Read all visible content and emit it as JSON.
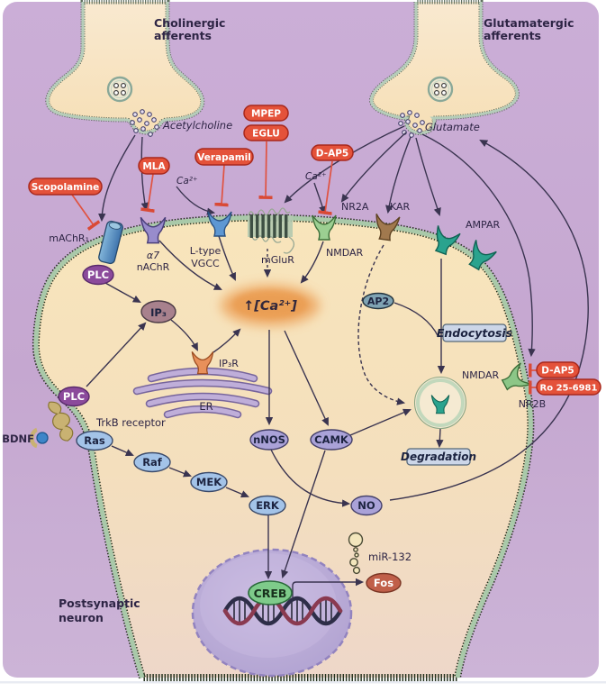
{
  "figure": {
    "afferents": {
      "cholinergic": {
        "title_line1": "Cholinergic",
        "title_line2": "afferents",
        "transmitter": "Acetylcholine"
      },
      "glutamatergic": {
        "title_line1": "Glutamatergic",
        "title_line2": "afferents",
        "transmitter": "Glutamate"
      }
    },
    "drugs": {
      "scopolamine": "Scopolamine",
      "mla": "MLA",
      "verapamil": "Verapamil",
      "mpep": "MPEP",
      "eglu": "EGLU",
      "dap5_presyn": "D-AP5",
      "dap5_nr2b": "D-AP5",
      "ro25": "Ro 25-6981"
    },
    "receptors": {
      "machr": "mAChR₁",
      "nachr_alpha": "α7",
      "nachr": "nAChR",
      "vgcc_line1": "L-type",
      "vgcc_line2": "VGCC",
      "mglur": "mGluR",
      "nmdar_synaptic": "NMDAR",
      "nr2a": "NR2A",
      "kar": "KAR",
      "ampar": "AMPAR",
      "nmdar_extrasynaptic": "NMDAR",
      "nr2b": "NR2B",
      "trkb": "TrkB receptor",
      "ip3r": "IP₃R"
    },
    "ions": {
      "ca_left": "Ca²⁺",
      "ca_right": "Ca²⁺",
      "ca_rise": "↑[Ca²⁺]"
    },
    "signaling": {
      "plc_top": "PLC",
      "plc_bottom": "PLC",
      "ip3": "IP₃",
      "er": "ER",
      "bdnf": "BDNF",
      "ras": "Ras",
      "raf": "Raf",
      "mek": "MEK",
      "erk": "ERK",
      "nnos": "nNOS",
      "camk": "CAMK",
      "no": "NO",
      "ap2": "AP2",
      "creb": "CREB",
      "fos": "Fos",
      "mir132": "miR-132"
    },
    "processes": {
      "endocytosis": "Endocytosis",
      "degradation": "Degradation"
    },
    "cell": {
      "label_line1": "Postsynaptic",
      "label_line2": "neuron"
    },
    "colors": {
      "panel": "#c7aad2",
      "cell_fill": "#f7e3bb",
      "membrane": "#a9c9a9",
      "drug_pill": "#e4523a",
      "calcium_cloud": "#efa763",
      "arrow": "#3a3450"
    }
  }
}
